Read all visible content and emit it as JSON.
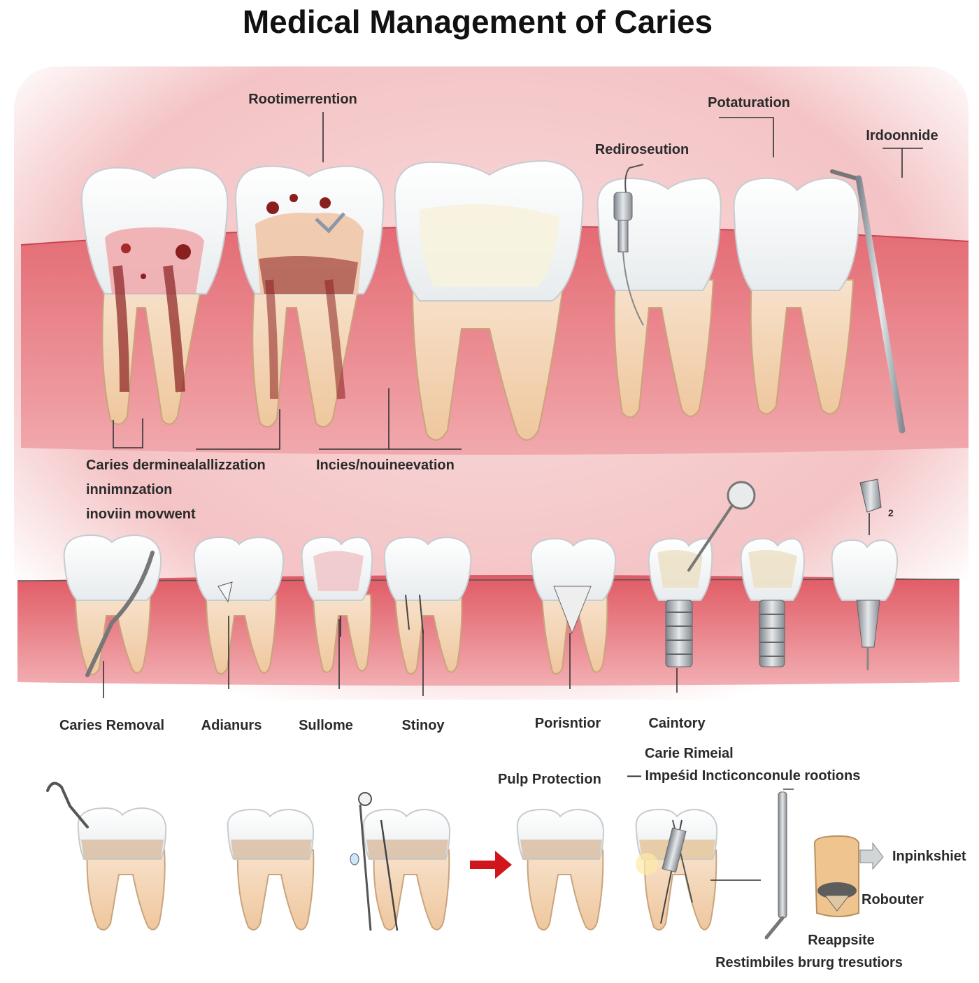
{
  "title": "Medical Management of Caries",
  "colors": {
    "gum": "#e8717a",
    "gum_light": "#f4c2c4",
    "enamel": "#fbfbf8",
    "dentin": "#f3d3b1",
    "caries": "#8a1f1f",
    "arrow": "#d0161a",
    "metal": "#9aa0a6"
  },
  "labels": {
    "root_intervention": "Rootimerrention",
    "potaturation": "Potaturation",
    "redirosution": "Rediroseution",
    "hydoxide": "Irdoonnide",
    "caries_demin": "Caries derminealallizzation",
    "inimization": "innimnzation",
    "involvement": "inoviin movwent",
    "incies": "Incies/nouineevation",
    "number_two": "2",
    "caries_removal": "Caries Removal",
    "adianurs": "Adianurs",
    "sullome": "Sullome",
    "stinoy": "Stinoy",
    "porisntior": "Porisntior",
    "caintory": "Caintory",
    "carie_rimeial": "Carie Rimeial",
    "pulp_protection": "Pulp Protection",
    "imperid": "— Impeśid Incticonconule rootions",
    "inpinkshiet": "Inpinkshiet",
    "robouter": "Robouter",
    "reappsite": "Reappsite",
    "restimbiles": "Restimbiles brurg tresutiors"
  },
  "icons": [
    "probe-icon",
    "syringe-icon",
    "drill-icon",
    "mirror-icon",
    "implant-screw-icon",
    "arrow-right-icon"
  ]
}
